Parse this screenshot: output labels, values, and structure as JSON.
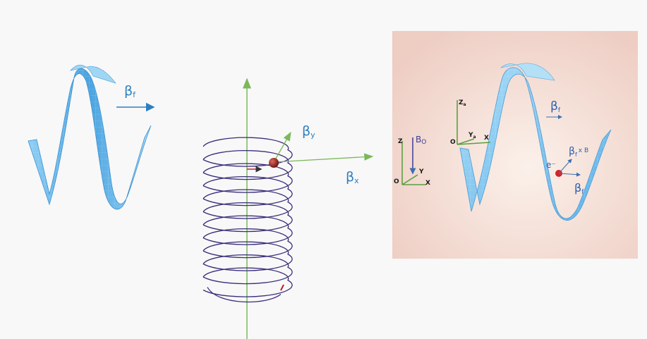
{
  "left_wave": {
    "beta_f": "β",
    "beta_f_sub": "f"
  },
  "center_helix": {
    "beta_y": "β",
    "beta_y_sub": "y",
    "beta_x": "β",
    "beta_x_sub": "x"
  },
  "right_panel": {
    "b0": "B",
    "b0_sub": "O",
    "axis_z": "Z",
    "axis_y": "Y",
    "axis_x": "X",
    "origin": "O",
    "axis_z2": "Z",
    "axis_z2_sub": "a",
    "axis_y2": "Y",
    "axis_y2_sub": "a",
    "axis_x2": "X",
    "origin2": "O",
    "beta_f_top": "β",
    "beta_f_top_sub": "f",
    "electron": "e⁻",
    "cross_term_beta": "β",
    "cross_term_sub": "f",
    "cross_term_rest": "x B",
    "beta_f_bottom": "β",
    "beta_f_bottom_sub": "f"
  },
  "colors": {
    "wave_blue": "#6ab7e8",
    "wave_edge": "#2f86c8",
    "helix": "#3a2d7a",
    "axis_green": "#7bb85a",
    "arrow_red": "#c0222a",
    "panel_bg": "#f2d9d0",
    "label_blue": "#2d7fc0"
  }
}
